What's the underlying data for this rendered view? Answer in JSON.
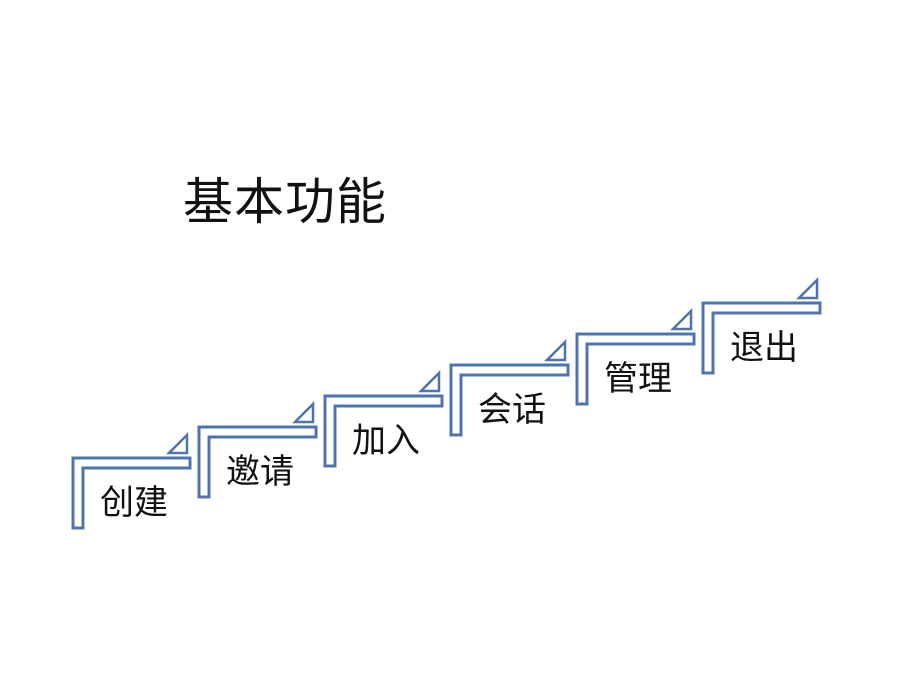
{
  "title": "基本功能",
  "steps": [
    {
      "label": "创建"
    },
    {
      "label": "邀请"
    },
    {
      "label": "加入"
    },
    {
      "label": "会话"
    },
    {
      "label": "管理"
    },
    {
      "label": "退出"
    }
  ],
  "colors": {
    "stroke": "#4f74ad",
    "fill": "#ffffff",
    "text": "#111111"
  }
}
